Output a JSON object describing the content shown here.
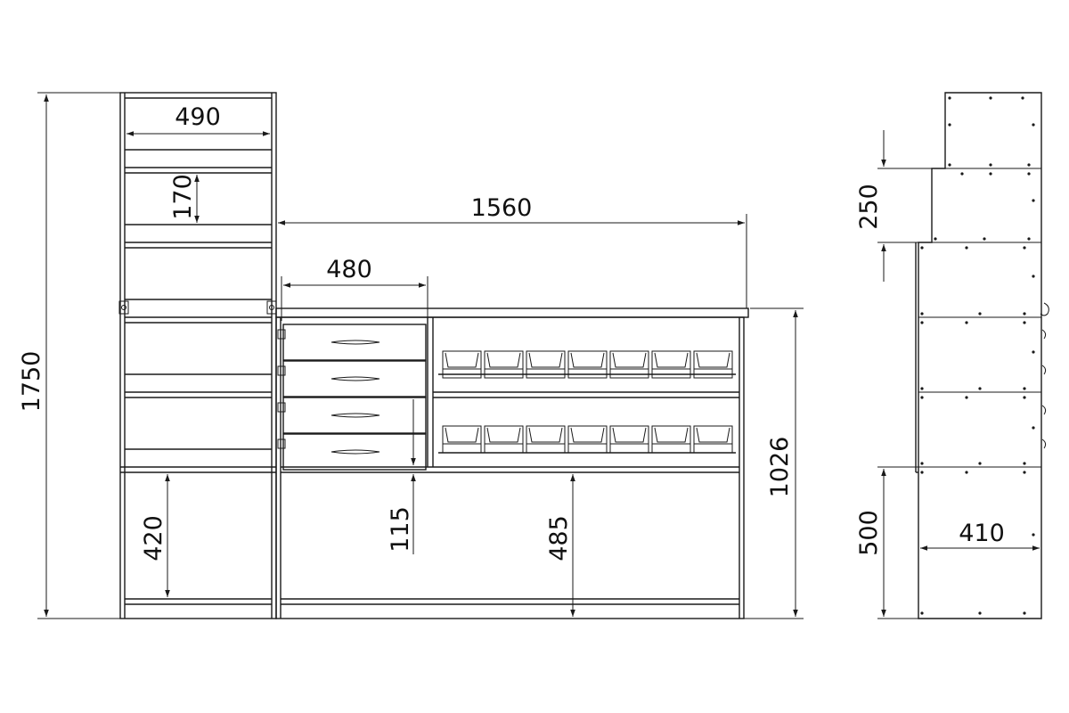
{
  "drawing": {
    "dimensions": {
      "total_height": "1750",
      "tower_width": "490",
      "shelf_gap": "170",
      "bench_width": "1560",
      "drawer_width": "480",
      "bench_height": "1026",
      "tower_lower_gap": "420",
      "drawer_clearance": "115",
      "bench_lower_gap": "485",
      "side_step": "250",
      "side_base": "500",
      "side_depth": "410"
    },
    "bins_per_row": 7,
    "bin_rows": 2,
    "drawer_count": 4
  }
}
